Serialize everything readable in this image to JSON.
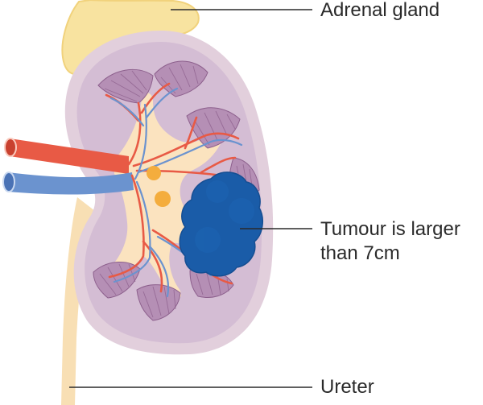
{
  "labels": {
    "adrenal": "Adrenal gland",
    "tumour_line1": "Tumour is larger",
    "tumour_line2": "than 7cm",
    "ureter": "Ureter"
  },
  "colors": {
    "adrenal": "#f8e3a0",
    "adrenal_edge": "#f1d27c",
    "ureter": "#f8dfb4",
    "capsule": "#e2cfdc",
    "cortex": "#d4bdd4",
    "pelvis": "#fbe3bf",
    "pyramid": "#b58fb5",
    "pyramid_line": "#8c5f8c",
    "artery": "#e85a45",
    "artery_dark": "#c9412f",
    "vein": "#6b93cf",
    "vein_dark": "#4a72b5",
    "tumour": "#1a5ca8",
    "tumour_dark": "#154e92",
    "nodule": "#f4ad3d",
    "leader": "#2a2a2a"
  }
}
